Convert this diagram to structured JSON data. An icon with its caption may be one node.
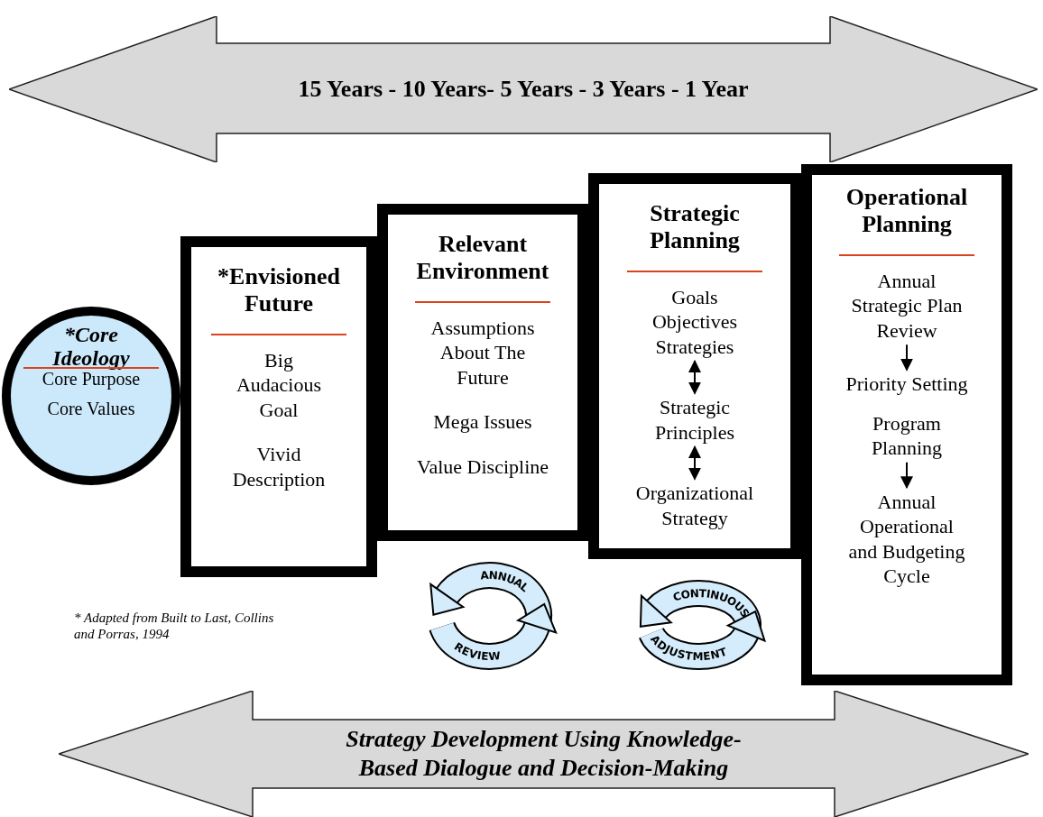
{
  "diagram": {
    "nodes": [
      {
        "text": [
          "15 Years - 10 Years- 5 Years - 3 Years - 1 Year"
        ]
      },
      {
        "text": [
          "*Core Ideology",
          "Core Purpose",
          "Core Values"
        ]
      },
      {
        "text": [
          "*Envisioned Future",
          "Big Audacious Goal",
          "Vivid Description"
        ]
      },
      {
        "text": [
          "Relevant Environment",
          "Assumptions About The Future",
          "Mega Issues",
          "Value Discipline"
        ]
      },
      {
        "text": [
          "Strategic Planning"
        ]
      },
      {
        "text": [
          "Goals Objectives Strategies"
        ],
        "in": 4
      },
      {
        "text": [
          "Strategic Principles"
        ],
        "in": 4
      },
      {
        "text": [
          "Organizational Strategy"
        ],
        "in": 4
      },
      {
        "text": [
          "Operational Planning"
        ]
      },
      {
        "text": [
          "Annual Strategic Plan Review"
        ],
        "in": 8
      },
      {
        "text": [
          "Priority Setting"
        ],
        "in": 8
      },
      {
        "text": [
          "Program Planning"
        ],
        "in": 8
      },
      {
        "text": [
          "Annual Operational and Budgeting Cycle"
        ],
        "in": 8
      },
      {
        "text": [
          "ANNUAL",
          "REVIEW"
        ]
      },
      {
        "text": [
          "CONTINUOUS",
          "ADJUSTMENT"
        ]
      },
      {
        "text": [
          "Strategy Development Using Knowledge-Based Dialogue and Decision-Making"
        ]
      }
    ],
    "edges": [
      {
        "from": 5,
        "to": 6,
        "arrow": "both"
      },
      {
        "from": 6,
        "to": 7,
        "arrow": "both"
      },
      {
        "from": 9,
        "to": 10,
        "arrow": "to"
      },
      {
        "from": 11,
        "to": 12,
        "arrow": "to"
      }
    ],
    "labels": [
      "* Adapted from Built to Last, Collins and Porras, 1994"
    ]
  }
}
